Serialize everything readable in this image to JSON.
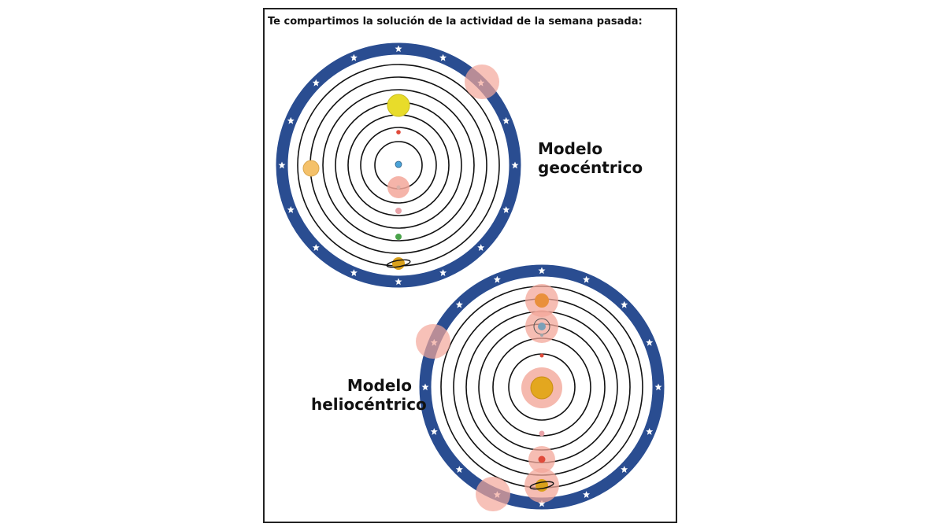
{
  "heading": "Te compartimos la solución de la actividad de la semana pasada:",
  "geocentric": {
    "label_line1": "Modelo",
    "label_line2": "geocéntrico"
  },
  "heliocentric": {
    "label_line1": "Modelo",
    "label_line2": "heliocéntrico"
  },
  "colors": {
    "star_band": "#2a4d91",
    "highlight": "#f3a79a",
    "earth": "#4aa3d8",
    "sun": "#e8dc2a",
    "sun_helio": "#e3a71f",
    "venus": "#f4c16a",
    "mars": "#e04a3a",
    "jupiter": "#e9903c",
    "saturn": "#d9a11c",
    "mercury": "#e9a3a8",
    "green_planet": "#4aa34a",
    "orbit": "#111111"
  }
}
